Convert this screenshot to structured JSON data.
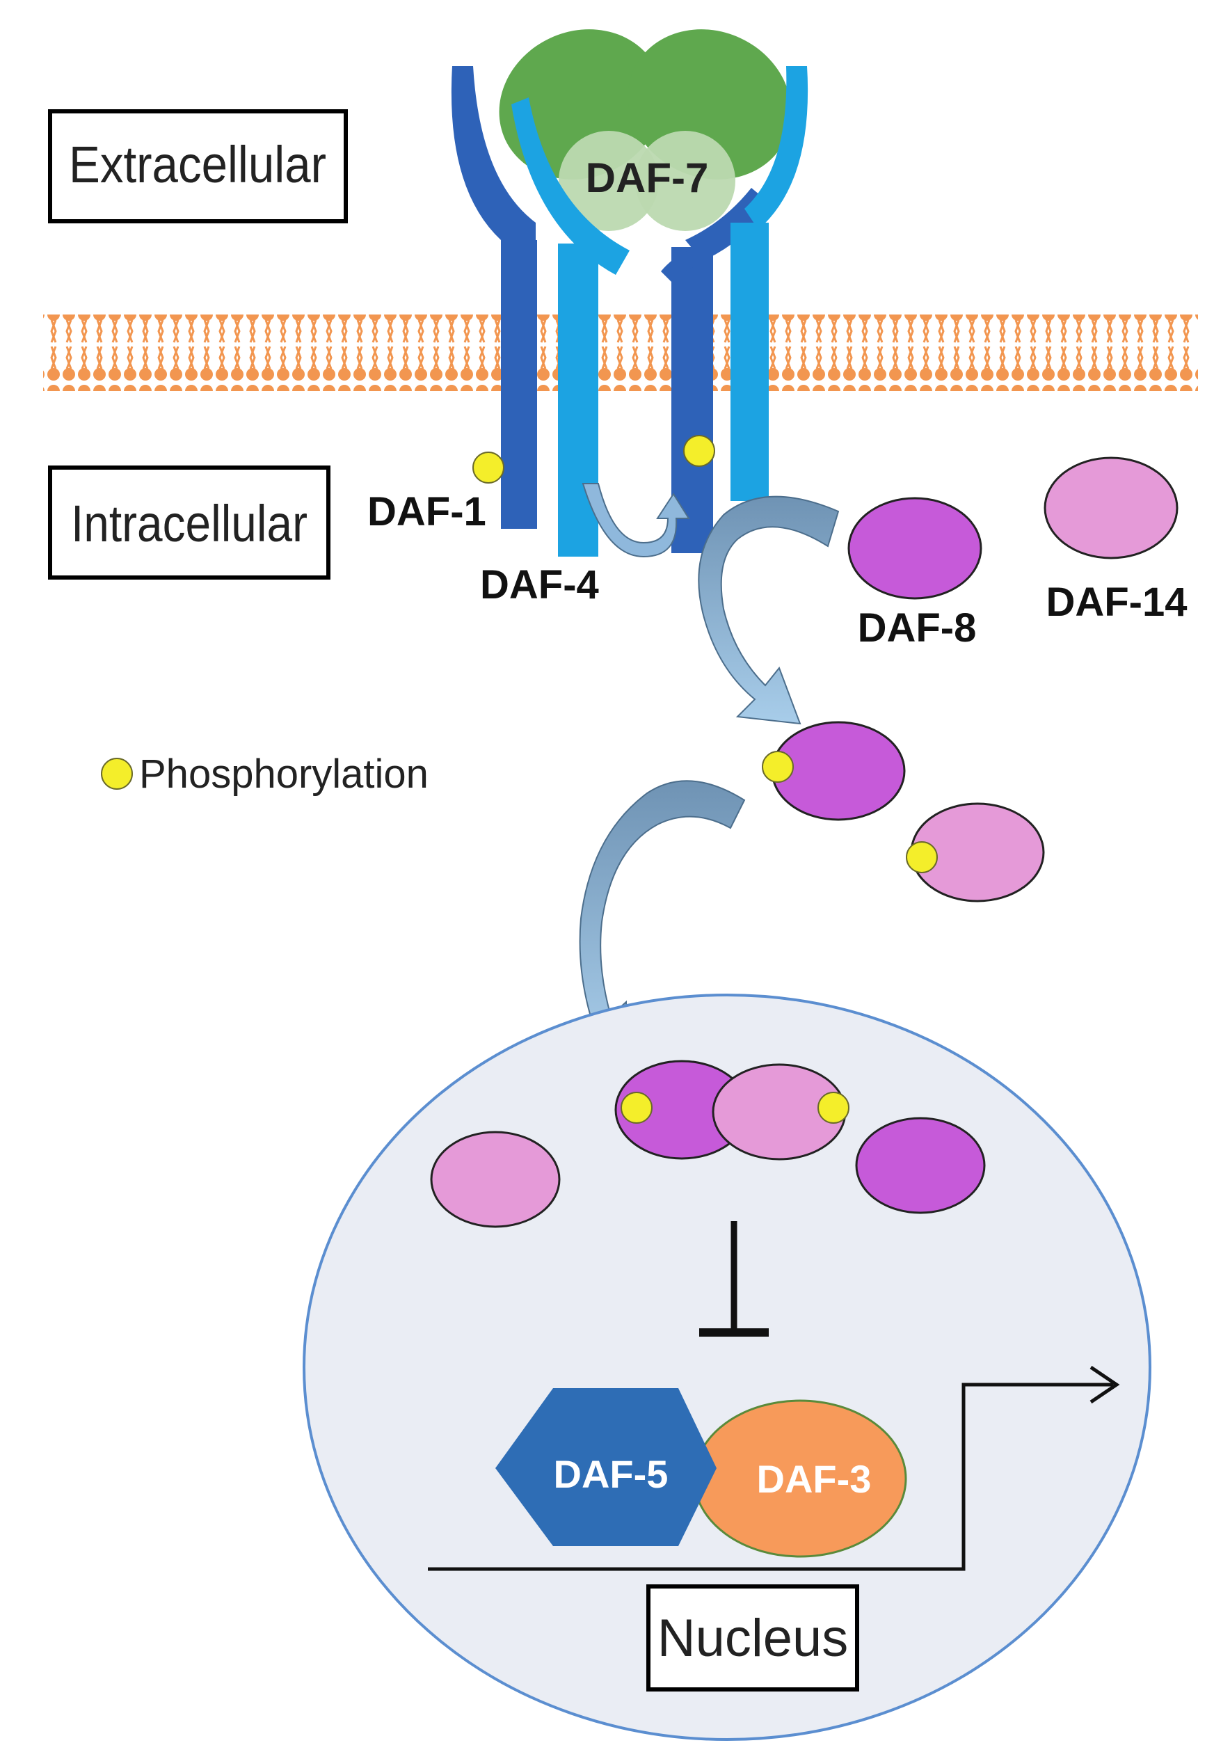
{
  "labels": {
    "extracellular": "Extracellular",
    "intracellular": "Intracellular",
    "nucleus": "Nucleus",
    "phosphorylation": "Phosphorylation"
  },
  "proteins": {
    "daf7": "DAF-7",
    "daf1": "DAF-1",
    "daf4": "DAF-4",
    "daf8": "DAF-8",
    "daf14": "DAF-14",
    "daf5": "DAF-5",
    "daf3": "DAF-3"
  },
  "colors": {
    "ligand_green": "#5fa84e",
    "ligand_light": "#bcd9b0",
    "receptor_dark_blue": "#2e62b8",
    "receptor_light_blue": "#1ca3e2",
    "membrane_orange": "#f08a3c",
    "daf8_purple": "#c65ad9",
    "daf14_pink": "#e59ad8",
    "phospho_yellow": "#f4ee2a",
    "arrow_blue": "#8fb8dc",
    "nucleus_fill": "#eaedf4",
    "nucleus_stroke": "#5b8ed0",
    "daf5_blue": "#2e6db5",
    "daf3_orange": "#f79a5a"
  }
}
